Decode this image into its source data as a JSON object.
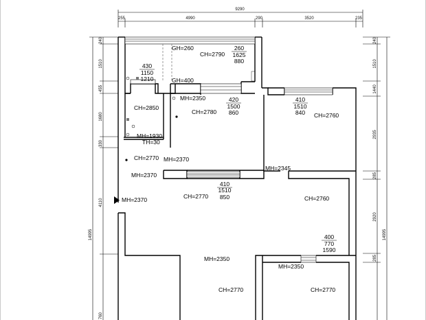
{
  "dimensions": {
    "top_total": "9290",
    "top_segments": [
      "255",
      "4990",
      "290",
      "3520",
      "235"
    ],
    "left_total": "14995",
    "left_segments": [
      "240",
      "1510",
      "455",
      "1680",
      "330",
      "4110",
      "760"
    ],
    "right_total": "14995",
    "right_segments": [
      "240",
      "1510",
      "1440",
      "2935",
      "285",
      "2920",
      "285"
    ]
  },
  "windows": [
    {
      "lines": [
        "260",
        "1625",
        "880"
      ]
    },
    {
      "lines": [
        "430",
        "1150",
        "1210"
      ]
    },
    {
      "lines": [
        "420",
        "1500",
        "860"
      ]
    },
    {
      "lines": [
        "410",
        "1510",
        "840"
      ]
    },
    {
      "lines": [
        "410",
        "1510",
        "850"
      ]
    },
    {
      "lines": [
        "400",
        "770",
        "1590"
      ]
    }
  ],
  "labels": {
    "gh_260": "GH=260",
    "ch_2790": "CH=2790",
    "gh_400": "GH=400",
    "mh_2350_top": "MH=2350",
    "ch_2850": "CH=2850",
    "ch_2780": "CH=2780",
    "ch_2760_right": "CH=2760",
    "mh_1930": "MH=1930",
    "th_30": "TH=30",
    "ch_2770_left": "CH=2770",
    "mh_2370_center": "MH=2370",
    "mh_2370_left": "MH=2370",
    "mh_2345": "MH=2345",
    "mh_2370_entry": "MH=2370",
    "ch_2770_living": "CH=2770",
    "ch_2760_bedroom": "CH=2760",
    "mh_2350_bottom": "MH=2350",
    "mh_2350_bedroom": "MH=2350",
    "ch_2770_bottom_left": "CH=2770",
    "ch_2770_bottom_right": "CH=2770"
  },
  "edge_colors": {
    "left": "#c9c9c9",
    "right": "#c9c9c9"
  }
}
